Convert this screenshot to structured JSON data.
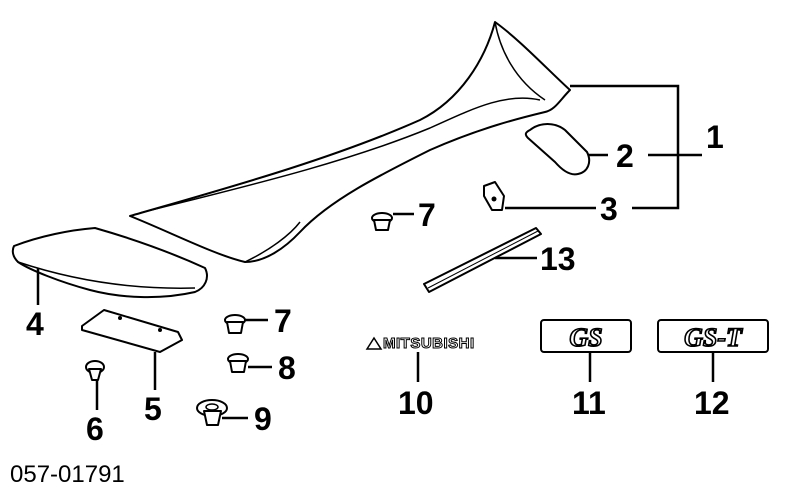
{
  "callouts": {
    "c1": "1",
    "c2": "2",
    "c3": "3",
    "c4": "4",
    "c5": "5",
    "c6": "6",
    "c7a": "7",
    "c7b": "7",
    "c8": "8",
    "c9": "9",
    "c10": "10",
    "c11": "11",
    "c12": "12",
    "c13": "13"
  },
  "emblems": {
    "mitsubishi": "MITSUBISHI",
    "gs": "GS",
    "gst": "GS-T"
  },
  "catalog_number": "057-01791"
}
